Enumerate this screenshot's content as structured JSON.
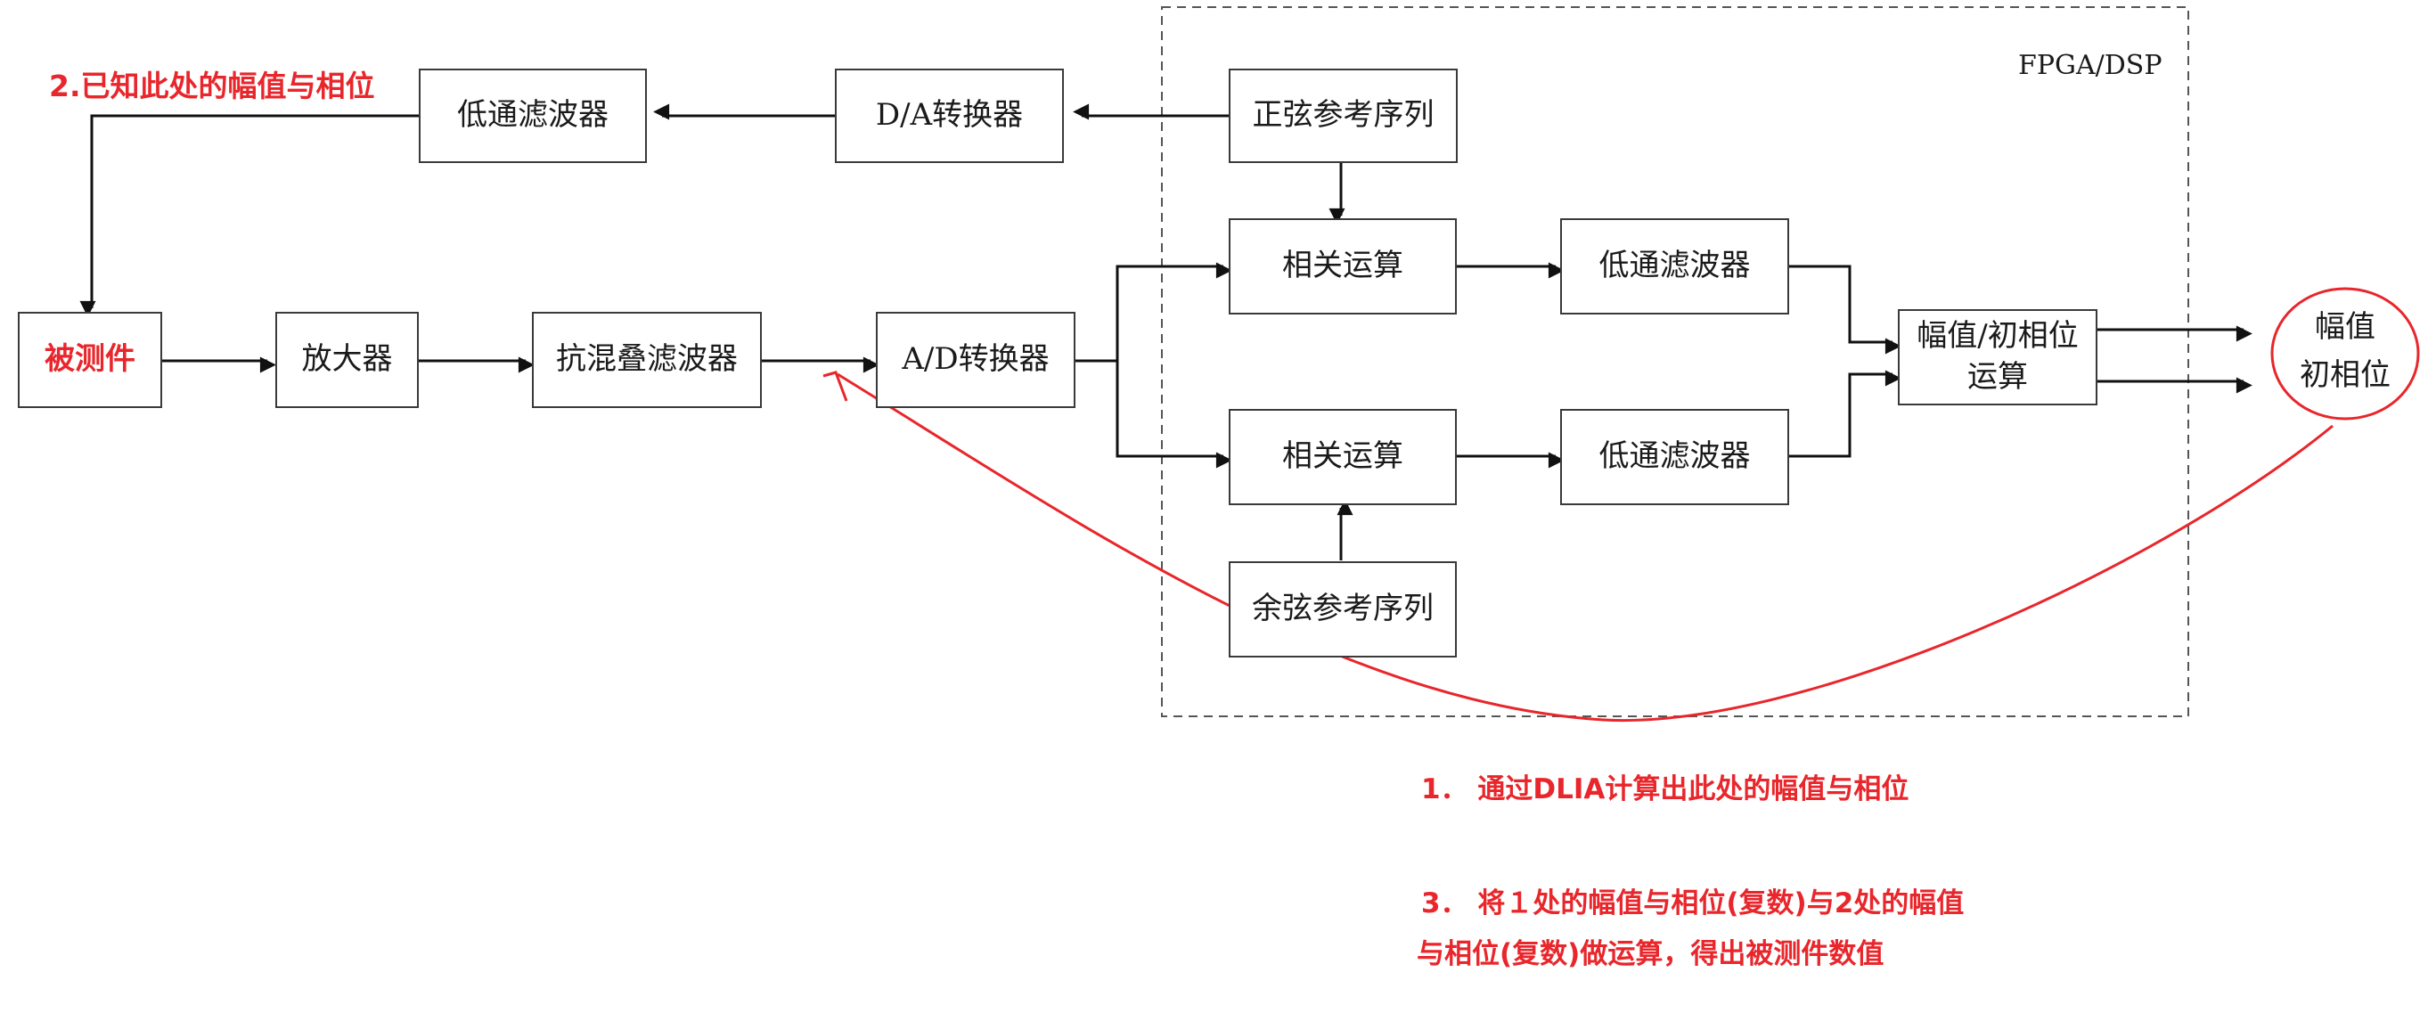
{
  "fpga_label": "FPGA/DSP",
  "boxes": {
    "lpf_top": "低通滤波器",
    "da": "D/A转换器",
    "sine_ref": "正弦参考序列",
    "dut": "被测件",
    "amp": "放大器",
    "antialias": "抗混叠滤波器",
    "ad": "A/D转换器",
    "corr_top": "相关运算",
    "corr_bottom": "相关运算",
    "lpf_mid": "低通滤波器",
    "lpf_bottom": "低通滤波器",
    "cos_ref": "余弦参考序列",
    "calc_line1": "幅值/初相位",
    "calc_line2": "运算"
  },
  "output": {
    "line1": "幅值",
    "line2": "初相位"
  },
  "notes": {
    "note2": "2.已知此处的幅值与相位",
    "note1": "1．  通过DLIA计算出此处的幅值与相位",
    "note3_line1": "3．  将１处的幅值与相位(复数)与2处的幅值",
    "note3_line2": "与相位(复数)做运算，得出被测件数值"
  },
  "colors": {
    "annotation": "#e8262b",
    "line": "#111111",
    "box_border": "#3a3a3a"
  }
}
